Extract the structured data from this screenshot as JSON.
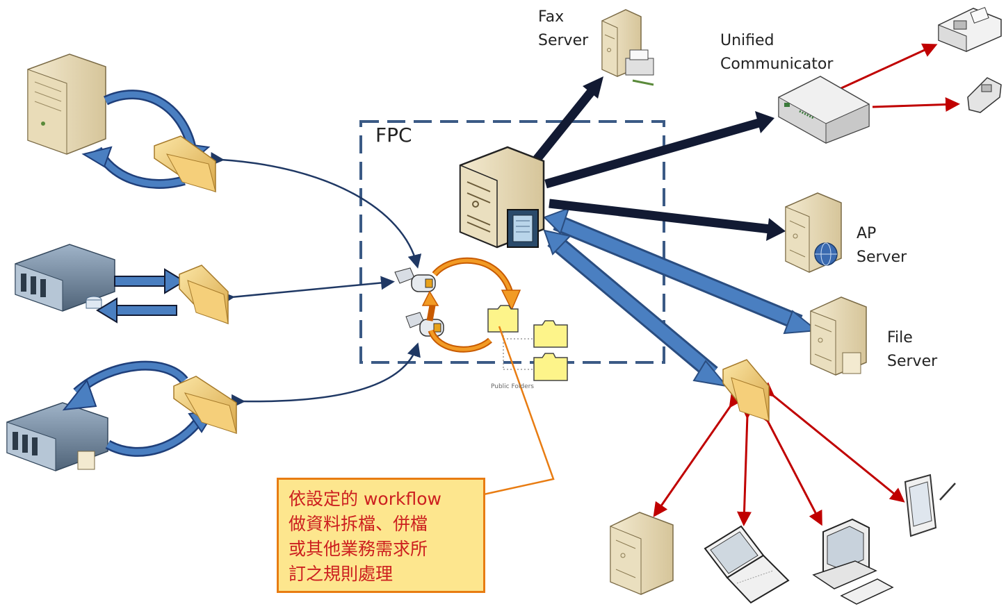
{
  "labels": {
    "fax_server": [
      "Fax",
      "Server"
    ],
    "unified_communicator": [
      "Unified",
      "Communicator"
    ],
    "ap_server": [
      "AP",
      "Server"
    ],
    "file_server": [
      "File",
      "Server"
    ],
    "fpc": "FPC",
    "public_folders": "Public Folders"
  },
  "note": {
    "lines": [
      "依設定的 workflow",
      "做資料拆檔、併檔",
      "或其他業務需求所",
      "訂之規則處理"
    ]
  },
  "colors": {
    "dark_navy_arrow": "#121a33",
    "blue_flow": "#4a7fc1",
    "red_link": "#c00000",
    "orange": "#e87c12",
    "dashed_border": "#3b5a85",
    "note_fill": "#fde68e"
  }
}
